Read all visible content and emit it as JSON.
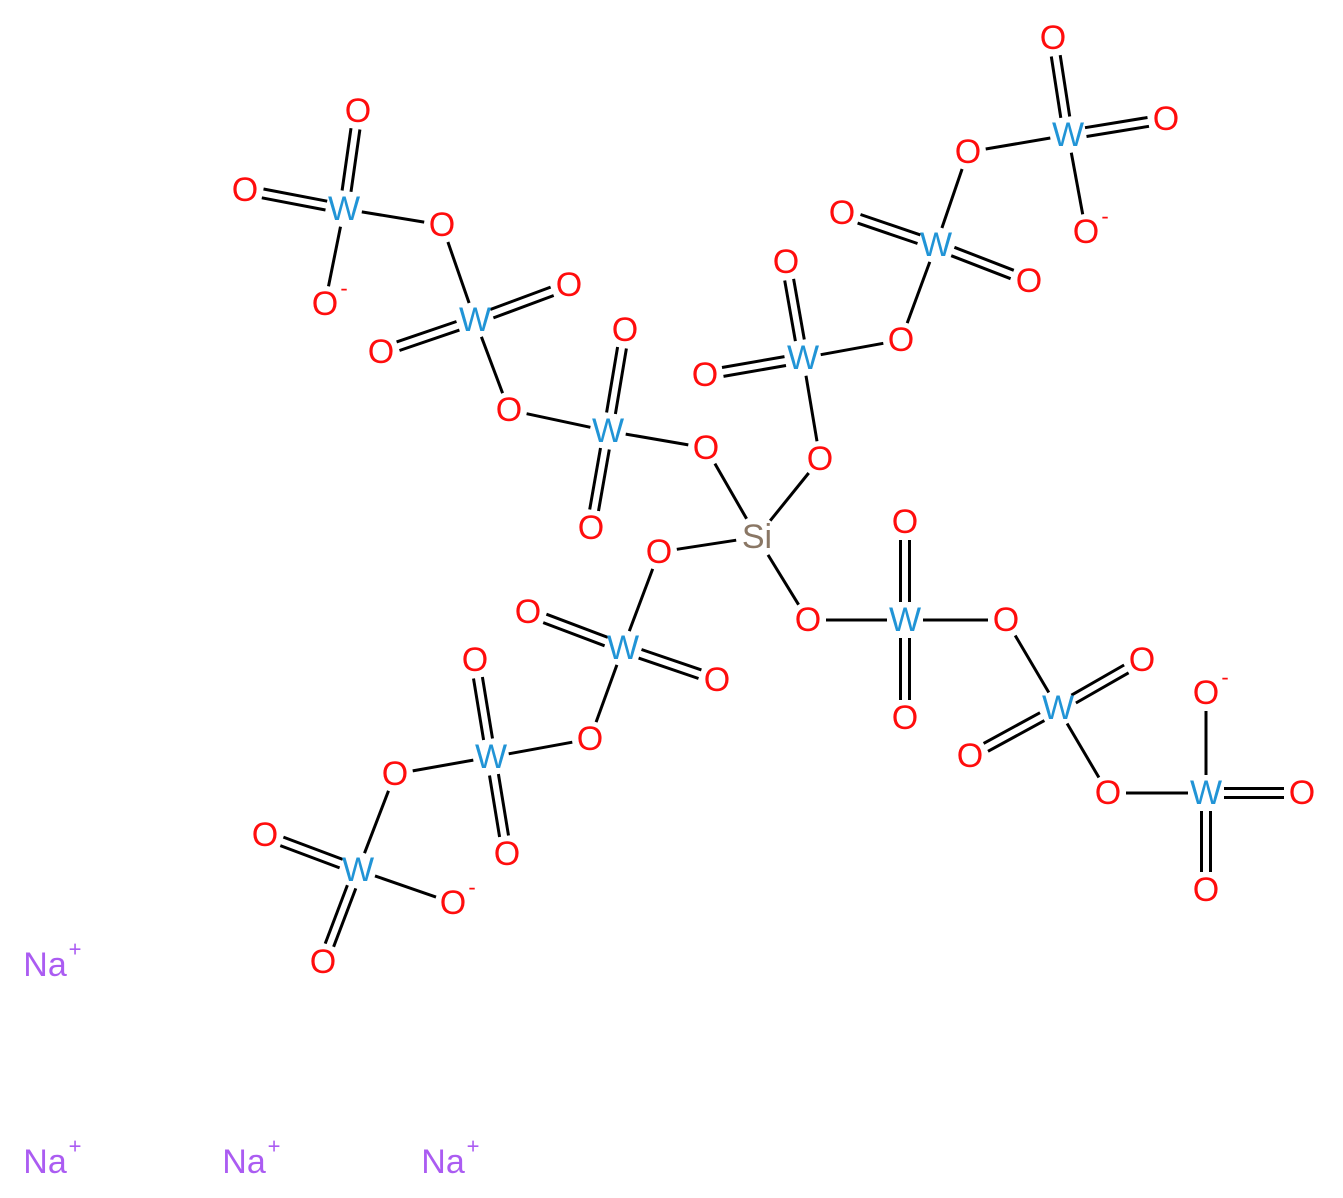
{
  "molecule": {
    "colors": {
      "O": "#ff0d0d",
      "W": "#2194d6",
      "Si": "#8a7765",
      "Na": "#ab5cf2",
      "bond": "#000000"
    },
    "atoms": [
      {
        "id": "si",
        "label": "Si"
      },
      {
        "id": "o1",
        "label": "O"
      },
      {
        "id": "o2",
        "label": "O"
      },
      {
        "id": "o3",
        "label": "O"
      },
      {
        "id": "o4",
        "label": "O"
      },
      {
        "id": "w1",
        "label": "W"
      },
      {
        "id": "w1_ot",
        "label": "O"
      },
      {
        "id": "w1_ob",
        "label": "O"
      },
      {
        "id": "o_b1",
        "label": "O"
      },
      {
        "id": "w2",
        "label": "W"
      },
      {
        "id": "w2_or",
        "label": "O"
      },
      {
        "id": "w2_ol",
        "label": "O"
      },
      {
        "id": "o_b2",
        "label": "O"
      },
      {
        "id": "w3",
        "label": "W"
      },
      {
        "id": "w3_ot",
        "label": "O"
      },
      {
        "id": "w3_ol",
        "label": "O"
      },
      {
        "id": "w3_om",
        "label": "O",
        "charge": "-"
      },
      {
        "id": "w4",
        "label": "W"
      },
      {
        "id": "w4_ot",
        "label": "O"
      },
      {
        "id": "w4_ol",
        "label": "O"
      },
      {
        "id": "o_b3",
        "label": "O"
      },
      {
        "id": "w5",
        "label": "W"
      },
      {
        "id": "w5_ol",
        "label": "O"
      },
      {
        "id": "w5_or",
        "label": "O"
      },
      {
        "id": "o_b4",
        "label": "O"
      },
      {
        "id": "w6",
        "label": "W"
      },
      {
        "id": "w6_ot",
        "label": "O"
      },
      {
        "id": "w6_or",
        "label": "O"
      },
      {
        "id": "w6_om",
        "label": "O",
        "charge": "-"
      },
      {
        "id": "w7",
        "label": "W"
      },
      {
        "id": "w7_ol",
        "label": "O"
      },
      {
        "id": "w7_or",
        "label": "O"
      },
      {
        "id": "o_b5",
        "label": "O"
      },
      {
        "id": "w8",
        "label": "W"
      },
      {
        "id": "w8_ot",
        "label": "O"
      },
      {
        "id": "w8_ob",
        "label": "O"
      },
      {
        "id": "o_b6",
        "label": "O"
      },
      {
        "id": "w9",
        "label": "W"
      },
      {
        "id": "w9_ol",
        "label": "O"
      },
      {
        "id": "w9_ob",
        "label": "O"
      },
      {
        "id": "w9_om",
        "label": "O",
        "charge": "-"
      },
      {
        "id": "w10",
        "label": "W"
      },
      {
        "id": "w10_ot",
        "label": "O"
      },
      {
        "id": "w10_ob",
        "label": "O"
      },
      {
        "id": "o_b7",
        "label": "O"
      },
      {
        "id": "w11",
        "label": "W"
      },
      {
        "id": "w11_or",
        "label": "O"
      },
      {
        "id": "w11_ol",
        "label": "O"
      },
      {
        "id": "o_b8",
        "label": "O"
      },
      {
        "id": "w12",
        "label": "W"
      },
      {
        "id": "w12_or",
        "label": "O"
      },
      {
        "id": "w12_ob",
        "label": "O"
      },
      {
        "id": "w12_om",
        "label": "O",
        "charge": "-"
      },
      {
        "id": "na1",
        "label": "Na",
        "charge": "+"
      },
      {
        "id": "na2",
        "label": "Na",
        "charge": "+"
      },
      {
        "id": "na3",
        "label": "Na",
        "charge": "+"
      },
      {
        "id": "na4",
        "label": "Na",
        "charge": "+"
      }
    ],
    "bonds": [
      {
        "a": "si",
        "b": "o1",
        "order": 1
      },
      {
        "a": "si",
        "b": "o2",
        "order": 1
      },
      {
        "a": "si",
        "b": "o3",
        "order": 1
      },
      {
        "a": "si",
        "b": "o4",
        "order": 1
      },
      {
        "a": "o1",
        "b": "w1",
        "order": 1
      },
      {
        "a": "w1",
        "b": "w1_ot",
        "order": 2
      },
      {
        "a": "w1",
        "b": "w1_ob",
        "order": 2
      },
      {
        "a": "w1",
        "b": "o_b1",
        "order": 1
      },
      {
        "a": "o_b1",
        "b": "w2",
        "order": 1
      },
      {
        "a": "w2",
        "b": "w2_or",
        "order": 2
      },
      {
        "a": "w2",
        "b": "w2_ol",
        "order": 2
      },
      {
        "a": "w2",
        "b": "o_b2",
        "order": 1
      },
      {
        "a": "o_b2",
        "b": "w3",
        "order": 1
      },
      {
        "a": "w3",
        "b": "w3_ot",
        "order": 2
      },
      {
        "a": "w3",
        "b": "w3_ol",
        "order": 2
      },
      {
        "a": "w3",
        "b": "w3_om",
        "order": 1
      },
      {
        "a": "o2",
        "b": "w4",
        "order": 1
      },
      {
        "a": "w4",
        "b": "w4_ot",
        "order": 2
      },
      {
        "a": "w4",
        "b": "w4_ol",
        "order": 2
      },
      {
        "a": "w4",
        "b": "o_b3",
        "order": 1
      },
      {
        "a": "o_b3",
        "b": "w5",
        "order": 1
      },
      {
        "a": "w5",
        "b": "w5_ol",
        "order": 2
      },
      {
        "a": "w5",
        "b": "w5_or",
        "order": 2
      },
      {
        "a": "w5",
        "b": "o_b4",
        "order": 1
      },
      {
        "a": "o_b4",
        "b": "w6",
        "order": 1
      },
      {
        "a": "w6",
        "b": "w6_ot",
        "order": 2
      },
      {
        "a": "w6",
        "b": "w6_or",
        "order": 2
      },
      {
        "a": "w6",
        "b": "w6_om",
        "order": 1
      },
      {
        "a": "o3",
        "b": "w7",
        "order": 1
      },
      {
        "a": "w7",
        "b": "w7_ol",
        "order": 2
      },
      {
        "a": "w7",
        "b": "w7_or",
        "order": 2
      },
      {
        "a": "w7",
        "b": "o_b5",
        "order": 1
      },
      {
        "a": "o_b5",
        "b": "w8",
        "order": 1
      },
      {
        "a": "w8",
        "b": "w8_ot",
        "order": 2
      },
      {
        "a": "w8",
        "b": "w8_ob",
        "order": 2
      },
      {
        "a": "w8",
        "b": "o_b6",
        "order": 1
      },
      {
        "a": "o_b6",
        "b": "w9",
        "order": 1
      },
      {
        "a": "w9",
        "b": "w9_ol",
        "order": 2
      },
      {
        "a": "w9",
        "b": "w9_ob",
        "order": 2
      },
      {
        "a": "w9",
        "b": "w9_om",
        "order": 1
      },
      {
        "a": "o4",
        "b": "w10",
        "order": 1
      },
      {
        "a": "w10",
        "b": "w10_ot",
        "order": 2
      },
      {
        "a": "w10",
        "b": "w10_ob",
        "order": 2
      },
      {
        "a": "w10",
        "b": "o_b7",
        "order": 1
      },
      {
        "a": "o_b7",
        "b": "w11",
        "order": 1
      },
      {
        "a": "w11",
        "b": "w11_or",
        "order": 2
      },
      {
        "a": "w11",
        "b": "w11_ol",
        "order": 2
      },
      {
        "a": "w11",
        "b": "o_b8",
        "order": 1
      },
      {
        "a": "o_b8",
        "b": "w12",
        "order": 1
      },
      {
        "a": "w12",
        "b": "w12_or",
        "order": 2
      },
      {
        "a": "w12",
        "b": "w12_ob",
        "order": 2
      },
      {
        "a": "w12",
        "b": "w12_om",
        "order": 1
      }
    ]
  }
}
